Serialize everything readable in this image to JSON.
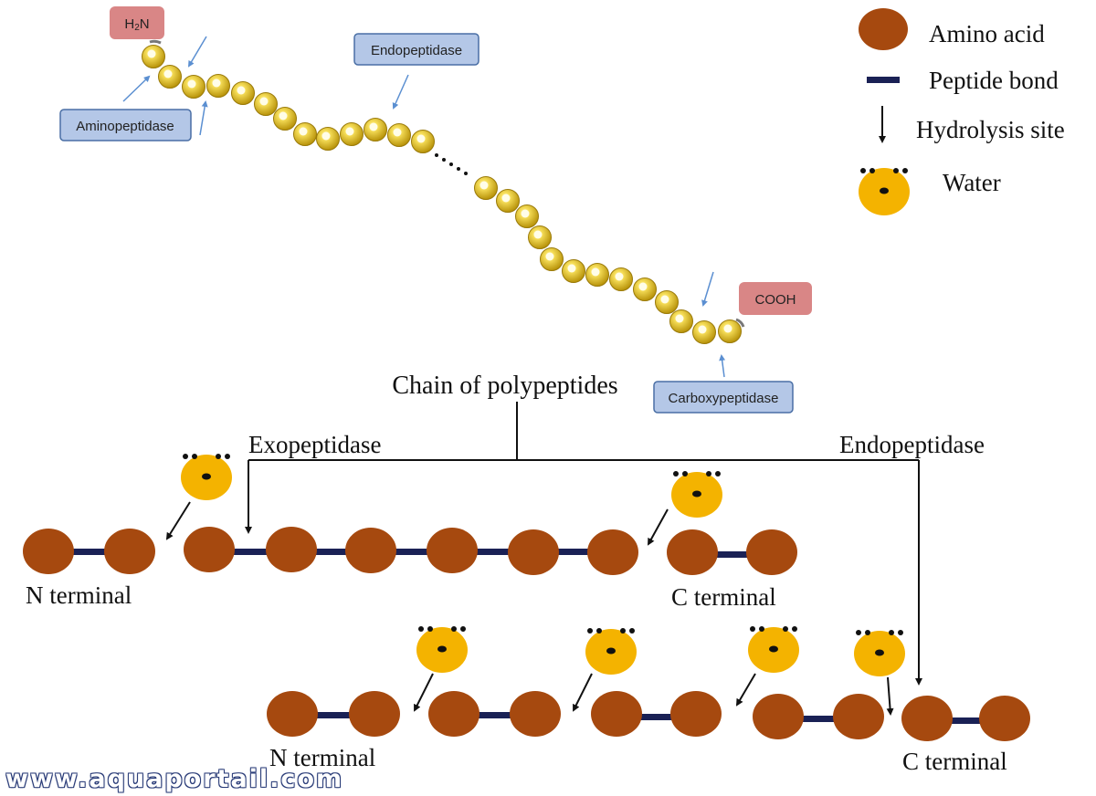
{
  "legend": {
    "amino_acid": "Amino acid",
    "peptide_bond": "Peptide bond",
    "hydrolysis_site": "Hydrolysis site",
    "water": "Water"
  },
  "chain": {
    "n_terminal_group": "H",
    "n_terminal_subscript": "2",
    "n_terminal_suffix": "N",
    "c_terminal_group": "COOH",
    "aminopeptidase": "Aminopeptidase",
    "endopeptidase": "Endopeptidase",
    "carboxypeptidase": "Carboxypeptidase"
  },
  "tree": {
    "root": "Chain of polypeptides",
    "left_branch": "Exopeptidase",
    "right_branch": "Endopeptidase"
  },
  "exo_row": {
    "n_terminal": "N terminal",
    "c_terminal": "C terminal"
  },
  "endo_row": {
    "n_terminal": "N terminal",
    "c_terminal": "C terminal"
  },
  "watermark": "www.aquaportail.com",
  "colors": {
    "amino_acid": "#a6490f",
    "peptide_bond": "#1a2155",
    "water": "#f4b300",
    "chain_bead": "#e8c21e",
    "label_box_blue": "#b4c7e7",
    "label_box_red": "#d98686",
    "pointer_arrow": "#5b8fd1"
  }
}
